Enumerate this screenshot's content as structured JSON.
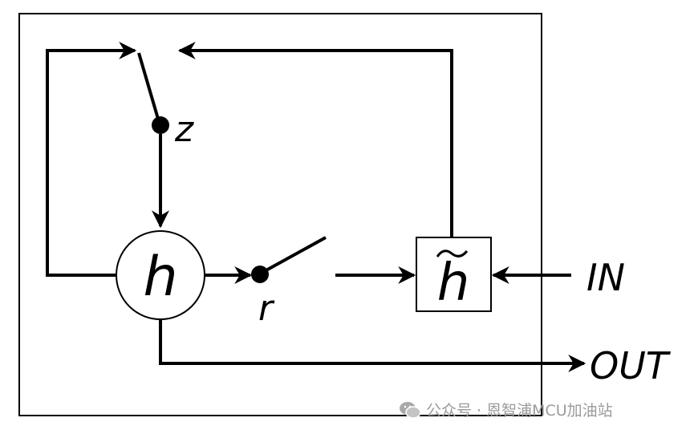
{
  "diagram": {
    "nodes": {
      "h": "h",
      "h_tilde": "h",
      "z": "z",
      "r": "r"
    },
    "io": {
      "input": "IN",
      "output": "OUT"
    }
  },
  "watermark": {
    "text": "公众号 · 恩智浦MCU加油站",
    "icon": "wechat-icon"
  }
}
